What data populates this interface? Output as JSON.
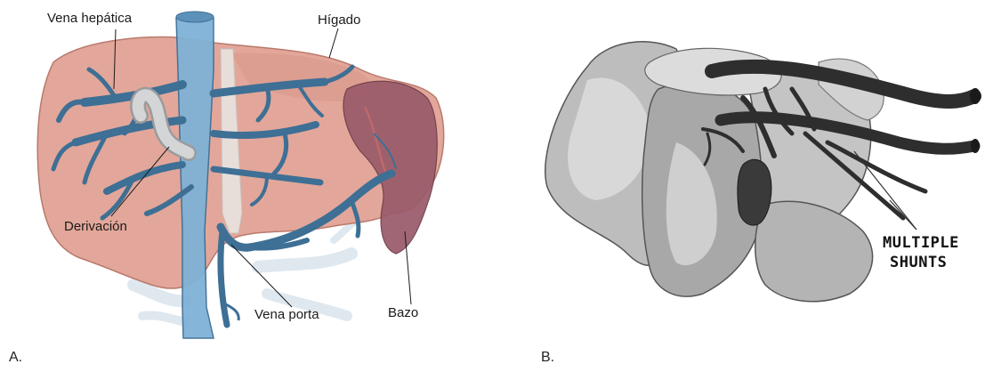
{
  "panel_a": {
    "letter": "A.",
    "labels": {
      "hepatic_vein": "Vena hepática",
      "liver": "Hígado",
      "shunt": "Derivación",
      "portal_vein": "Vena porta",
      "spleen": "Bazo"
    },
    "colors": {
      "liver_fill": "#e2a79a",
      "liver_edge": "#b97a6d",
      "vessel_blue": "#3e6f95",
      "vessel_blue_light": "#7fb2d6",
      "shunt_gray": "#c9cacc",
      "spleen_fill": "#8b4b5b"
    }
  },
  "panel_b": {
    "letter": "B.",
    "label_line1": "MULTIPLE",
    "label_line2": "SHUNTS",
    "colors": {
      "lobe_light": "#d8d8d8",
      "lobe_mid": "#b0b0b0",
      "lobe_dark": "#8a8a8a",
      "vessel_dark": "#2e2e2e"
    }
  }
}
